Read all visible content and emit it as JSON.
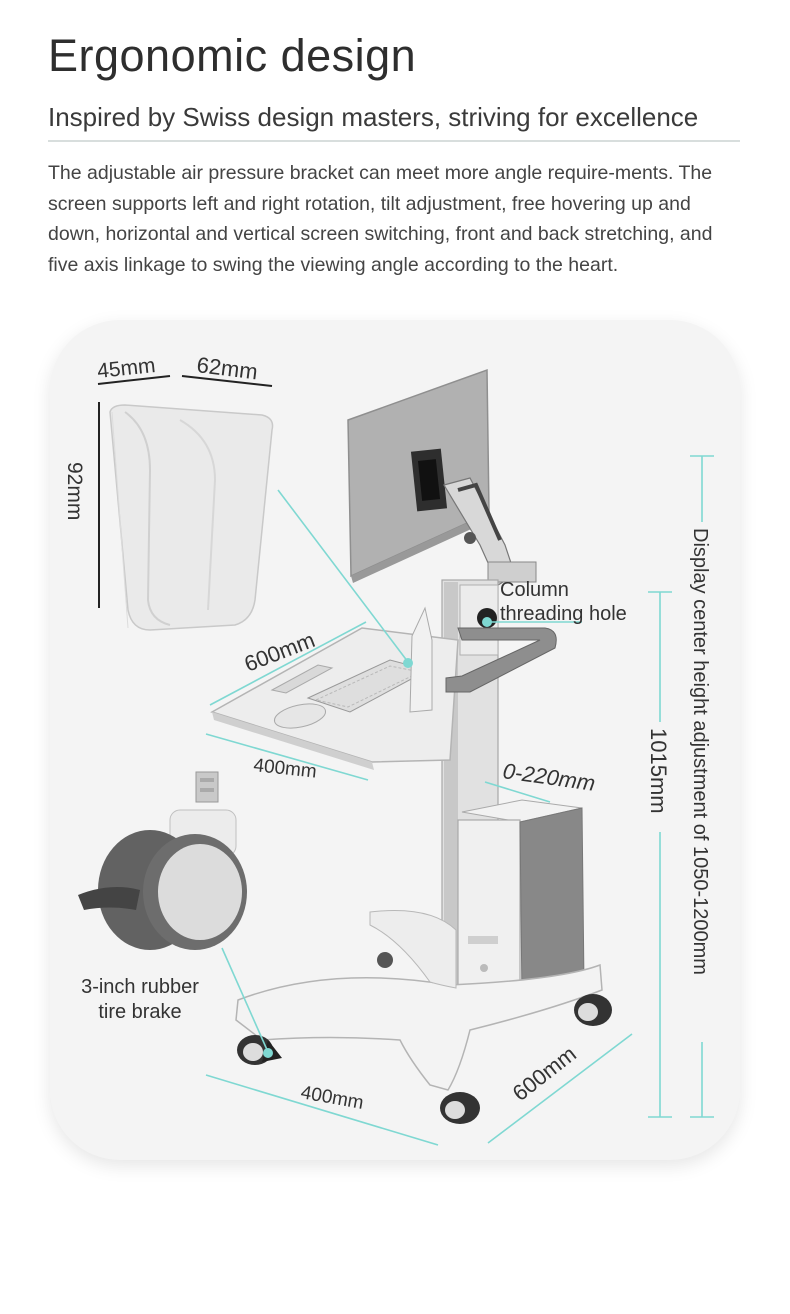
{
  "header": {
    "title": "Ergonomic design",
    "subtitle": "Inspired by Swiss design masters, striving for excellence",
    "description": "The adjustable air pressure bracket can meet more angle require-ments. The screen supports left and right rotation, tilt adjustment, free hovering up and down, horizontal and vertical screen switching, front and back stretching, and five axis linkage to swing the viewing angle according to the heart."
  },
  "labels": {
    "holder_depth": "45mm",
    "holder_width": "62mm",
    "holder_height": "92mm",
    "tray_width": "600mm",
    "tray_depth": "400mm",
    "column_line1": "Column",
    "column_line2": "threading hole",
    "host_range": "0-220mm",
    "column_height": "1015mm",
    "display_height": "Display center height adjustment of 1050-1200mm",
    "caster_line1": "3-inch rubber",
    "caster_line2": "tire brake",
    "base_width": "400mm",
    "base_depth": "600mm"
  },
  "colors": {
    "accent": "#7fd8d2",
    "card_bg": "#f4f4f4",
    "text": "#333333"
  }
}
